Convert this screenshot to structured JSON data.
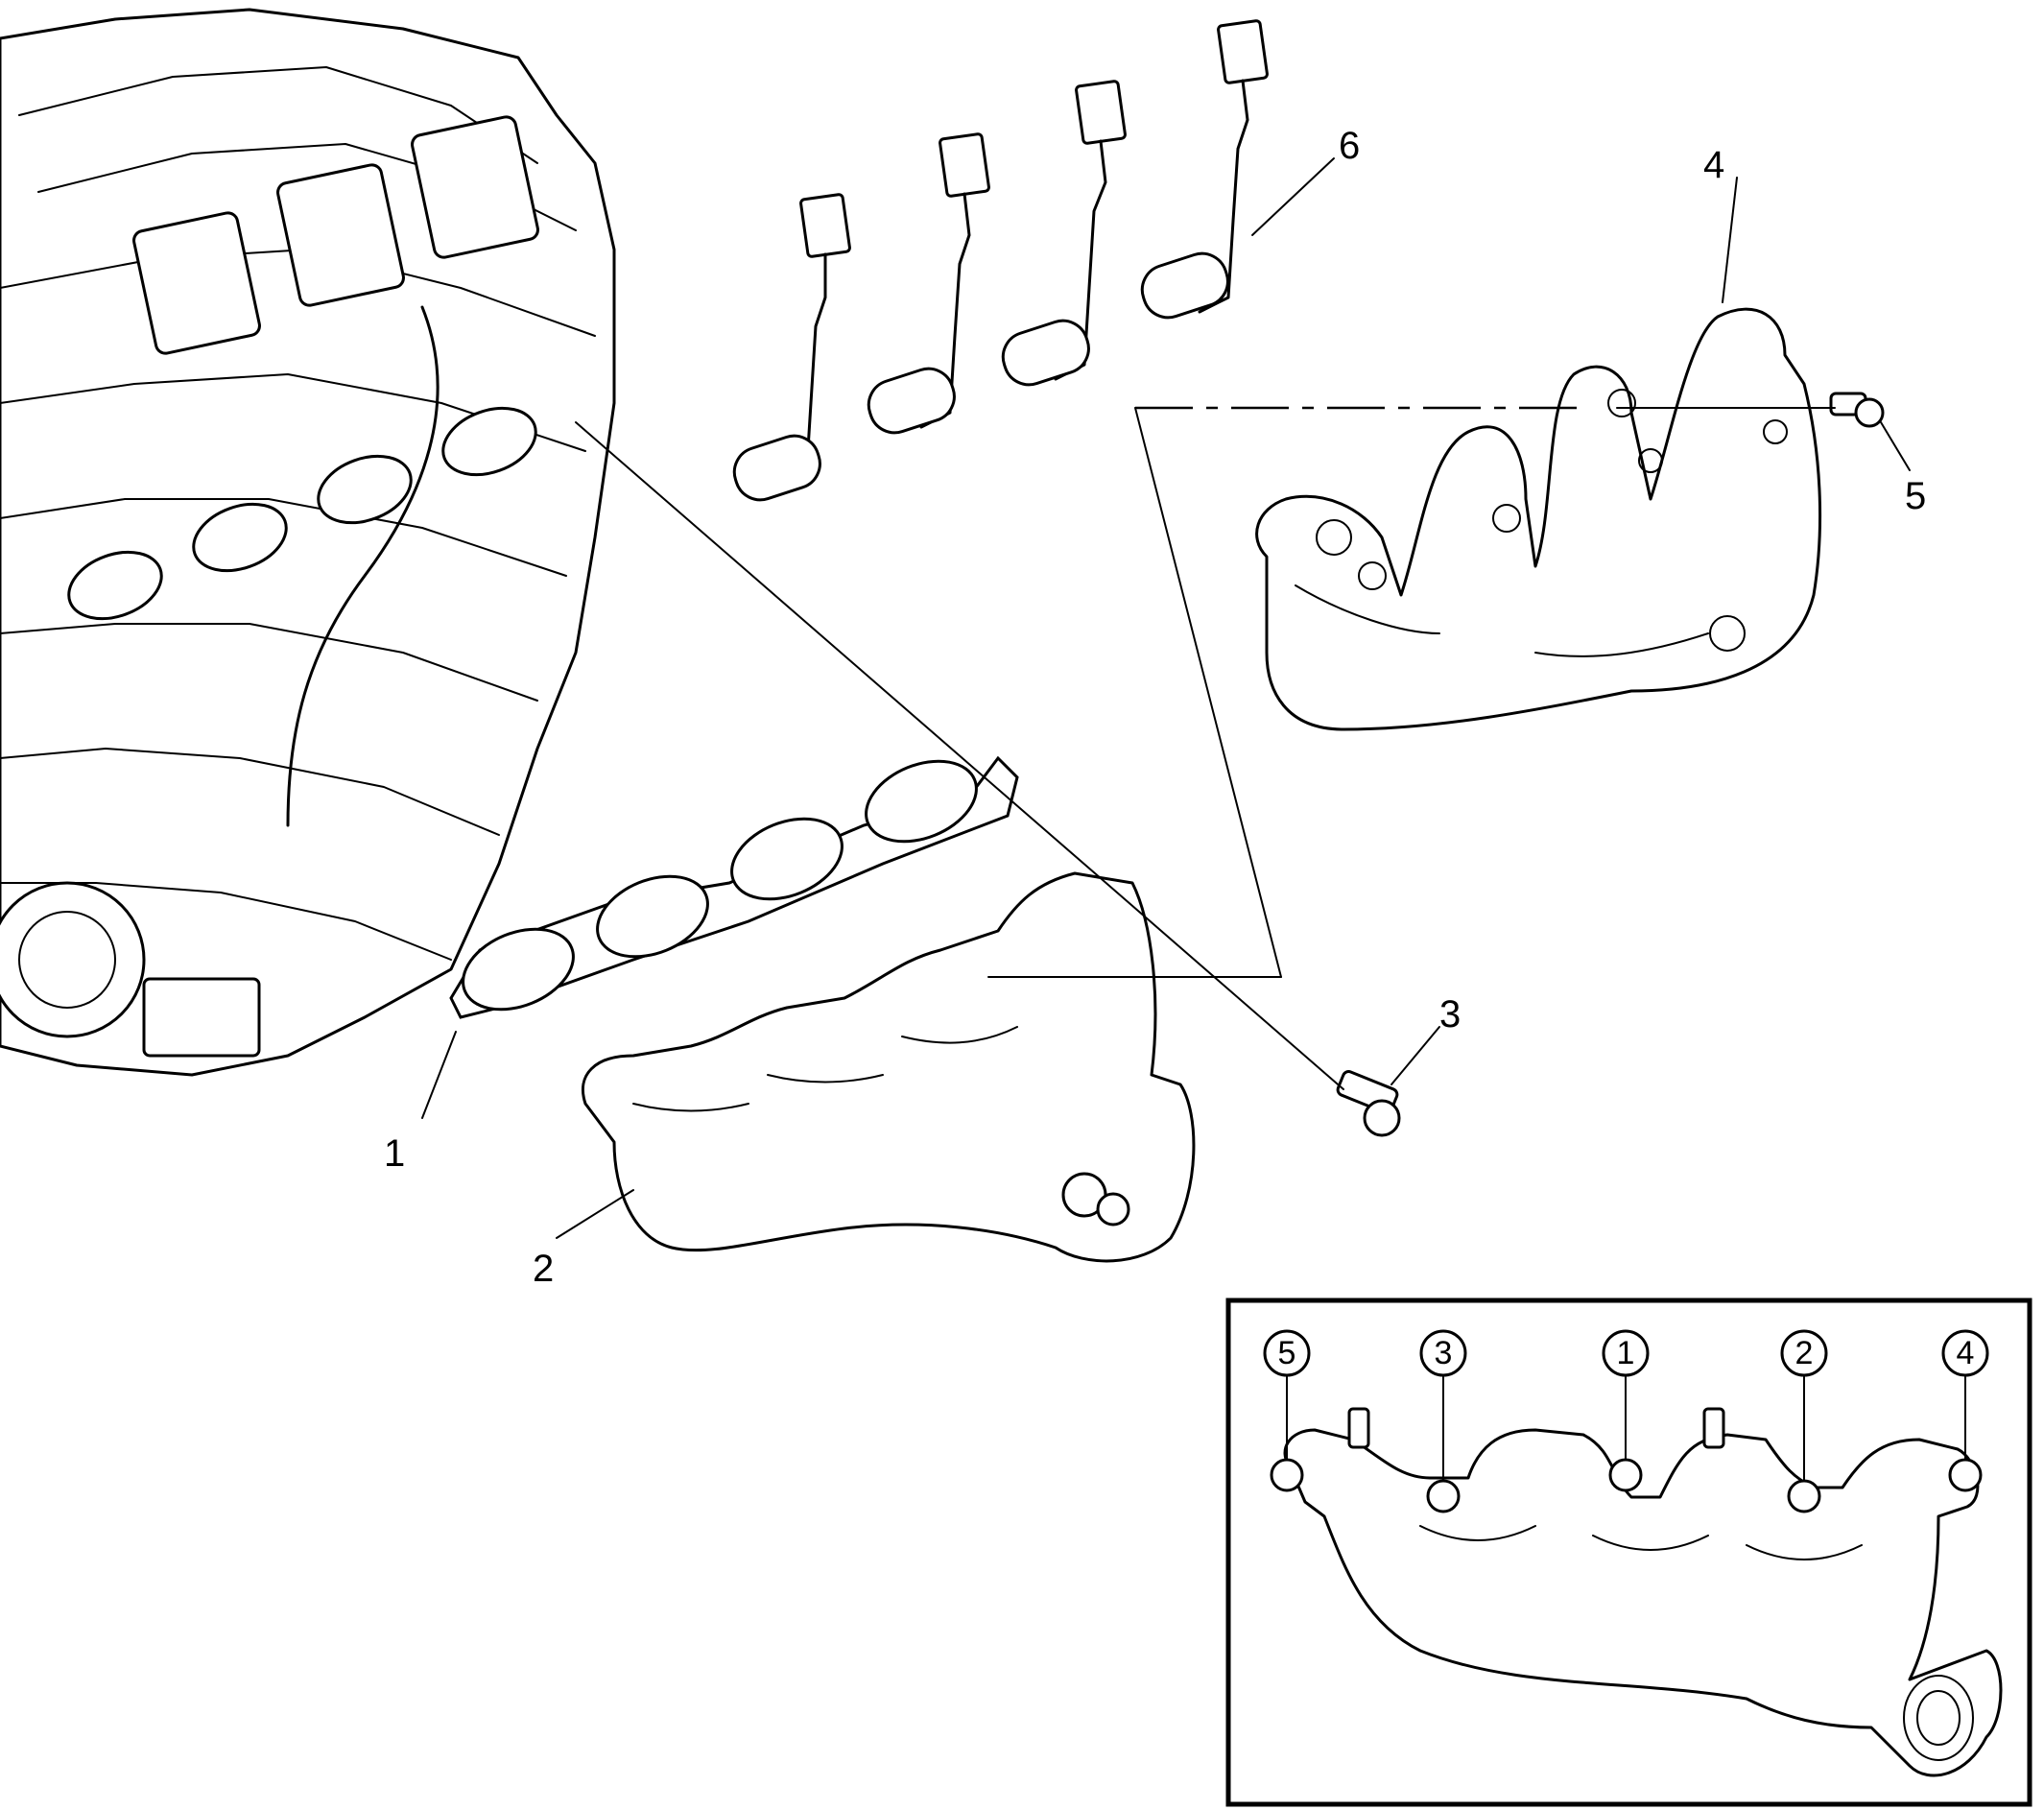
{
  "callouts": [
    {
      "id": "gasket",
      "label": "1"
    },
    {
      "id": "exhaust-manifold",
      "label": "2"
    },
    {
      "id": "manifold-bolt",
      "label": "3"
    },
    {
      "id": "heat-shield",
      "label": "4"
    },
    {
      "id": "heat-shield-bolt",
      "label": "5"
    },
    {
      "id": "spark-plug-wires",
      "label": "6"
    }
  ],
  "tightening_sequence": [
    "5",
    "3",
    "1",
    "2",
    "4"
  ],
  "colors": {
    "line": "#000000",
    "background": "#ffffff"
  }
}
